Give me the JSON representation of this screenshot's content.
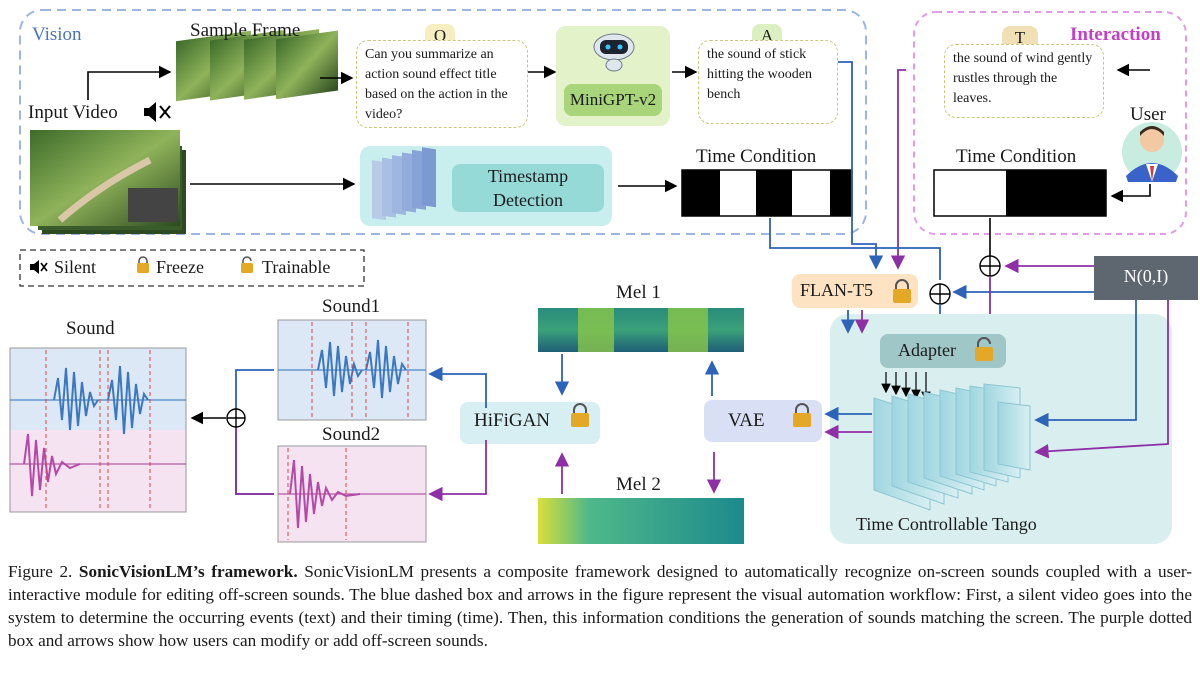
{
  "vision": {
    "title": "Vision",
    "input_video": "Input Video",
    "sample_frame": "Sample Frame",
    "q_tag": "Q",
    "question": "Can you summarize  an action sound effect title based on the action in the video?",
    "minigpt": "MiniGPT-v2",
    "a_tag": "A",
    "answer": "the sound of stick hitting the wooden bench",
    "timestamp": "Timestamp Detection",
    "time_condition": "Time Condition"
  },
  "interaction": {
    "title": "Interaction",
    "t_tag": "T",
    "text": "the sound of wind gently rustles through the leaves.",
    "user": "User",
    "time_condition": "Time Condition"
  },
  "legend": {
    "silent": "Silent",
    "freeze": "Freeze",
    "trainable": "Trainable"
  },
  "modules": {
    "flan": "FLAN-T5",
    "noise": "N(0,I)",
    "adapter": "Adapter",
    "tango": "Time Controllable Tango",
    "vae": "VAE",
    "hifigan": "HiFiGAN",
    "mel1": "Mel 1",
    "mel2": "Mel 2",
    "sound": "Sound",
    "sound1": "Sound1",
    "sound2": "Sound2"
  },
  "caption": {
    "prefix": "Figure 2.",
    "bold": "SonicVisionLM’s framework.",
    "text": "SonicVisionLM presents a composite framework designed to automatically recognize on-screen sounds coupled with a user-interactive module for editing off-screen sounds. The blue dashed box and arrows in the figure represent the visual automation workflow: First, a silent video goes into the system to determine the occurring events (text) and their timing (time). Then, this information conditions the generation of sounds matching the screen. The purple dotted box and arrows show how users can modify or add off-screen sounds."
  },
  "colors": {
    "blue": "#2d63b8",
    "purple": "#8e2fa6",
    "vision_border": "#9bb6e0",
    "interaction_border": "#e39be6"
  }
}
